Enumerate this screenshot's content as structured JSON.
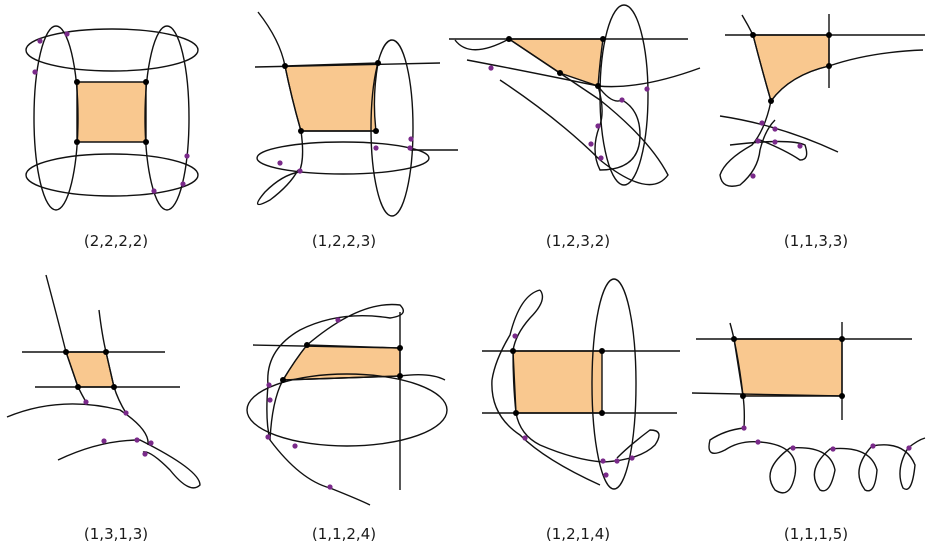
{
  "colors": {
    "region_fill": "#f9c88f",
    "curve_stroke": "#111111",
    "vertex_dot": "#000000",
    "crossing_dot": "#7a2a8a"
  },
  "panels": [
    {
      "caption": "(2,2,2,2)"
    },
    {
      "caption": "(1,2,2,3)"
    },
    {
      "caption": "(1,2,3,2)"
    },
    {
      "caption": "(1,1,3,3)"
    },
    {
      "caption": "(1,3,1,3)"
    },
    {
      "caption": "(1,1,2,4)"
    },
    {
      "caption": "(1,2,1,4)"
    },
    {
      "caption": "(1,1,1,5)"
    }
  ]
}
